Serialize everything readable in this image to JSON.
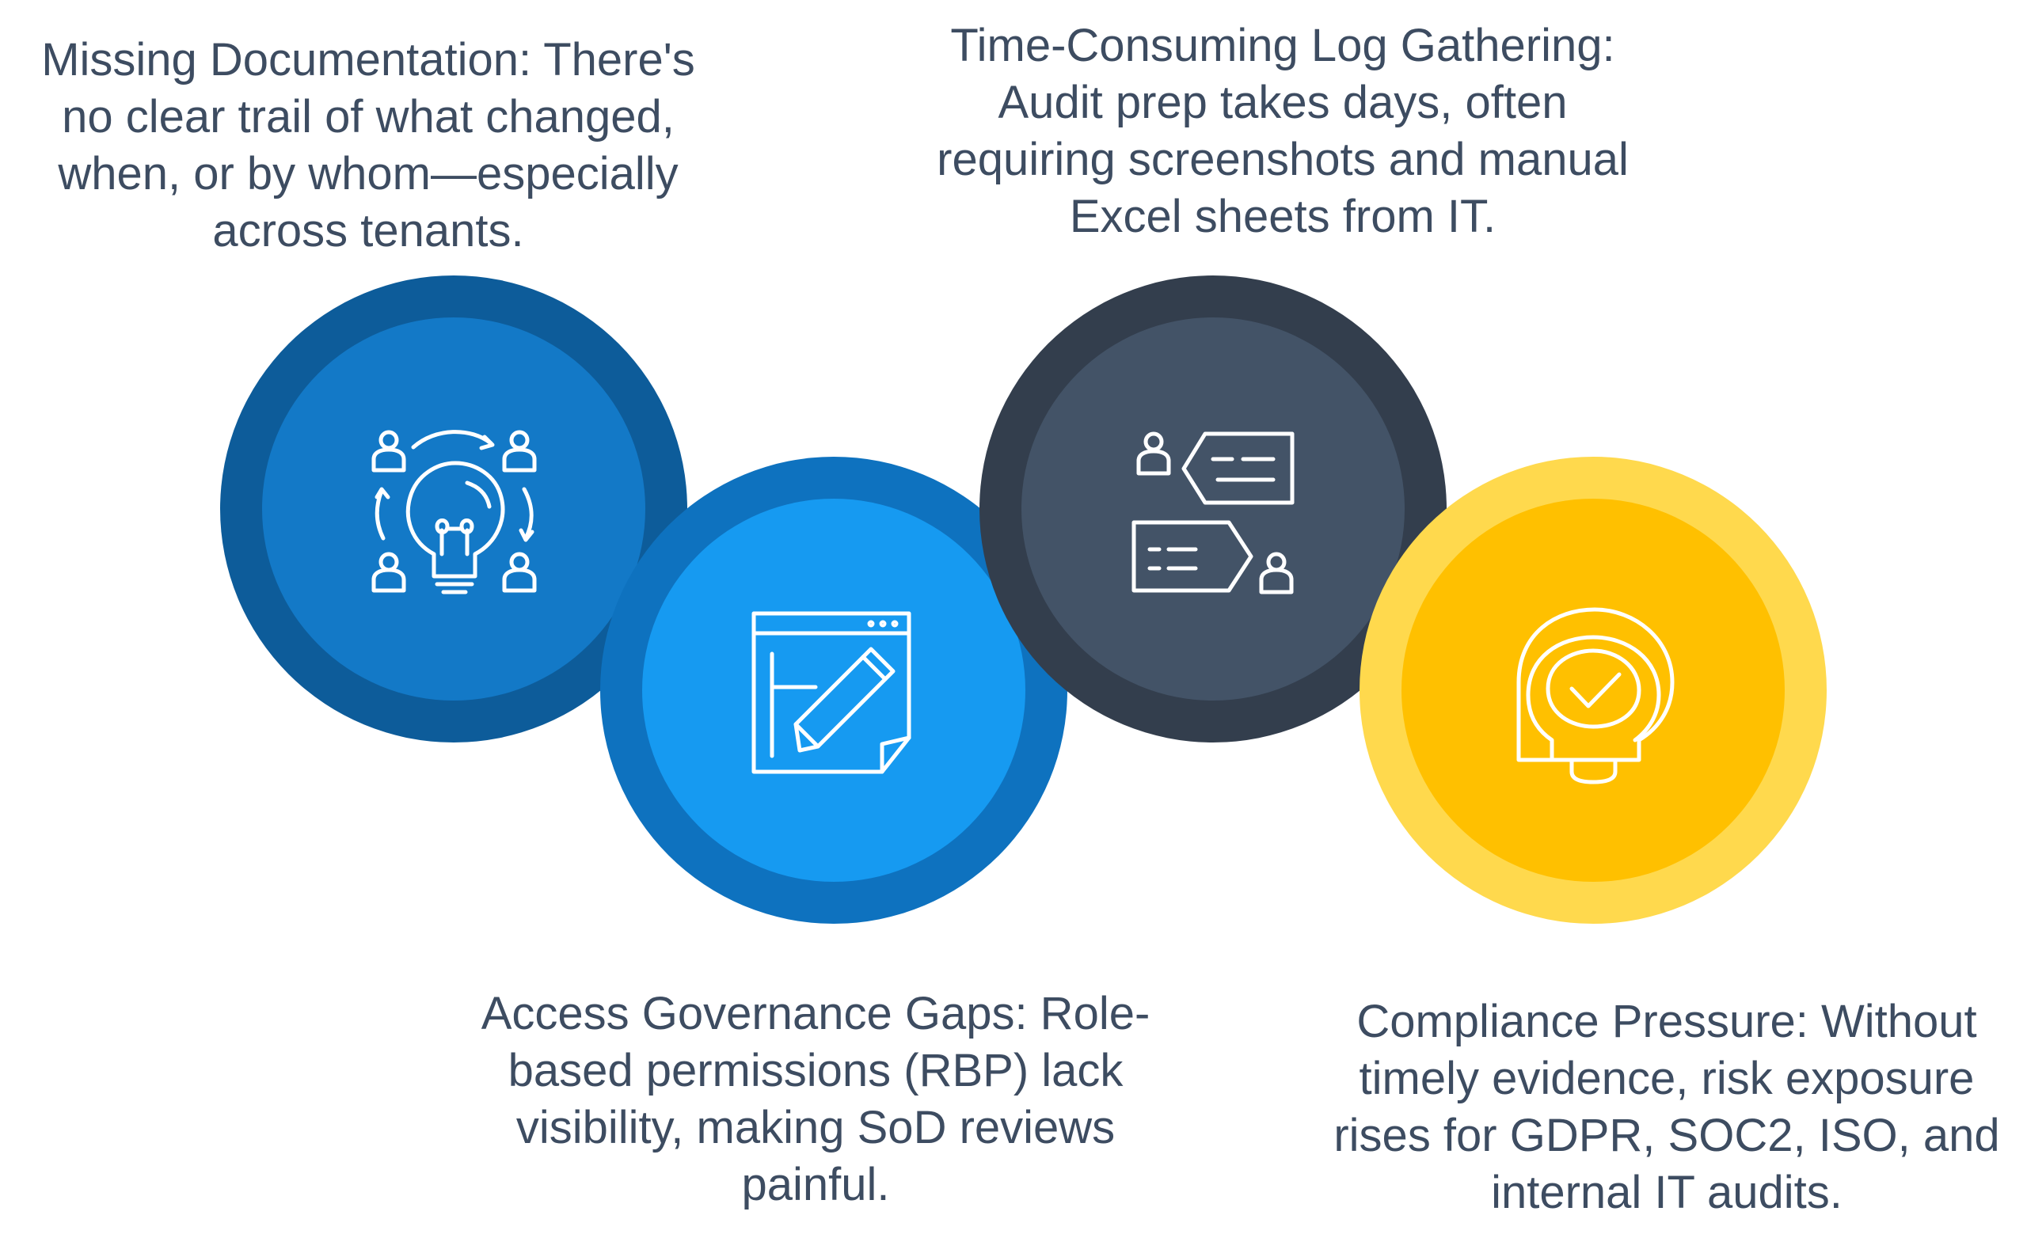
{
  "items": [
    {
      "text_lines": [
        "Missing Documentation: There's",
        "no clear trail of what changed,",
        "when, or by whom—especially",
        "across tenants."
      ],
      "icon": "idea-collaboration-icon",
      "colors": {
        "outer": "#0d5c9a",
        "inner": "#1379c7"
      }
    },
    {
      "text_lines": [
        "Time-Consuming Log Gathering:",
        "Audit prep takes days, often",
        "requiring screenshots and manual",
        "Excel sheets from IT."
      ],
      "icon": "chat-exchange-icon",
      "colors": {
        "outer": "#333e4d",
        "inner": "#435367"
      }
    },
    {
      "text_lines": [
        "Access Governance Gaps: Role-",
        "based permissions (RBP) lack",
        "visibility, making SoD reviews",
        "painful."
      ],
      "icon": "document-edit-icon",
      "colors": {
        "outer": "#0e72bf",
        "inner": "#169af1"
      }
    },
    {
      "text_lines": [
        "Compliance Pressure: Without",
        "timely evidence, risk exposure",
        "rises for GDPR, SOC2, ISO, and",
        "internal IT audits."
      ],
      "icon": "bulb-check-icon",
      "colors": {
        "outer": "#ffd94d",
        "inner": "#ffc000"
      }
    }
  ]
}
